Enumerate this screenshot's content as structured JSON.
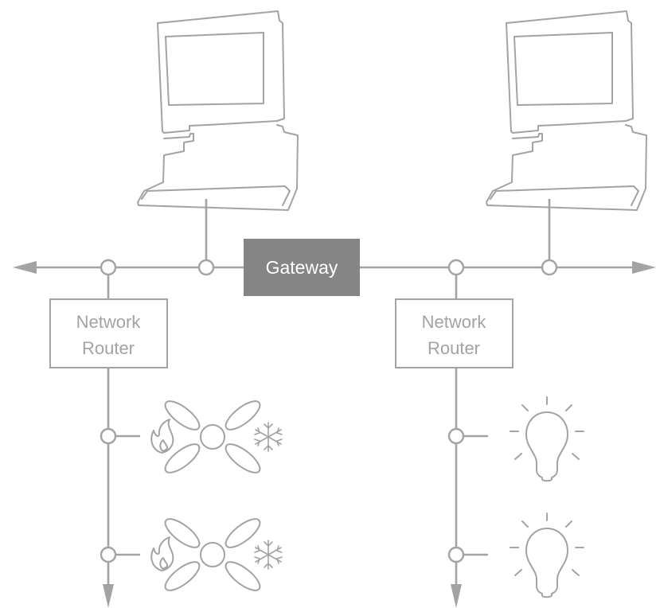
{
  "diagram": {
    "gateway": {
      "label": "Gateway"
    },
    "routers": [
      {
        "line1": "Network",
        "line2": "Router"
      },
      {
        "line1": "Network",
        "line2": "Router"
      }
    ],
    "colors": {
      "stroke": "#a3a3a3",
      "gateway_fill": "#858585",
      "background": "#ffffff"
    },
    "icons": {
      "workstations": [
        "computer-icon",
        "computer-icon"
      ],
      "left_devices": [
        "hvac-unit-icon",
        "hvac-unit-icon"
      ],
      "right_devices": [
        "light-bulb-icon",
        "light-bulb-icon"
      ]
    }
  }
}
